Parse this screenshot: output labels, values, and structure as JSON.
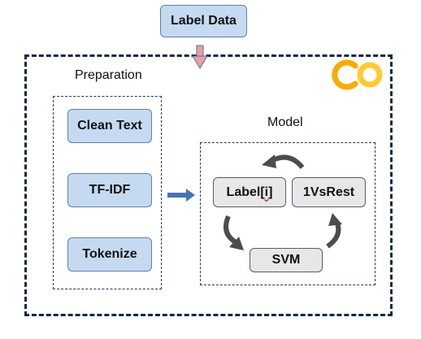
{
  "top": {
    "label": "Label Data"
  },
  "preparation": {
    "title": "Preparation",
    "steps": [
      "Clean Text",
      "TF-IDF",
      "Tokenize"
    ]
  },
  "model": {
    "title": "Model",
    "label_node": "Label[i]",
    "onevsrest_node": "1VsRest",
    "svm_node": "SVM"
  },
  "logo": {
    "text": "CO",
    "icon": "colab-logo-icon"
  },
  "colors": {
    "blue_box": "#c5daf1",
    "gray_box": "#e7e7e7",
    "dashed_border": "#12284b",
    "arrow_blue": "#4a72b8",
    "arrow_gray": "#4d4d4d",
    "logo_orange": "#f9ab00",
    "logo_yellow": "#ffcb2f"
  }
}
